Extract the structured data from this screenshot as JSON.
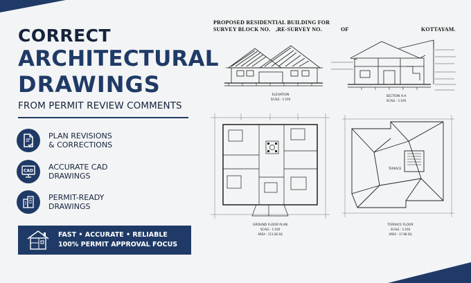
{
  "headline": {
    "line1": "CORRECT",
    "line2": "ARCHITECTURAL",
    "line3": "DRAWINGS",
    "subtitle": "FROM PERMIT REVIEW COMMENTS"
  },
  "features": [
    {
      "icon": "document-check-icon",
      "line1": "PLAN REVISIONS",
      "line2": "& CORRECTIONS"
    },
    {
      "icon": "cad-monitor-icon",
      "line1": "ACCURATE CAD",
      "line2": "DRAWINGS",
      "badge": "CAD"
    },
    {
      "icon": "buildings-icon",
      "line1": "PERMIT-READY",
      "line2": "DRAWINGS"
    }
  ],
  "banner": {
    "icon": "house-plan-icon",
    "line1": "FAST • ACCURATE • RELIABLE",
    "line2": "100% PERMIT APPROVAL FOCUS"
  },
  "sheet": {
    "title_line1": "PROPOSED RESIDENTIAL BUILDING FOR",
    "title_line2": "SURVEY BLOCK NO.",
    "title_resurvey": ",RE-SURVEY NO.",
    "title_of": "OF",
    "title_place": "KOTTAYAM.",
    "elevation_label": "ELEVATION",
    "elevation_scale": "SCALE : 1:100",
    "section_label": "SECTION A-A",
    "section_scale": "SCALE : 1:100",
    "ground_label": "GROUND FLOOR PLAN",
    "ground_scale": "SCALE : 1:100",
    "ground_area": "AREA : 113.28 SQ",
    "terrace_label": "TERRACE FLOOR",
    "terrace_scale": "SCALE : 1:100",
    "terrace_area": "AREA : 17.68 SQ",
    "terrace_word": "TERRACE"
  },
  "colors": {
    "navy": "#1f3a66",
    "dark": "#15233b",
    "background": "#f3f4f5"
  }
}
